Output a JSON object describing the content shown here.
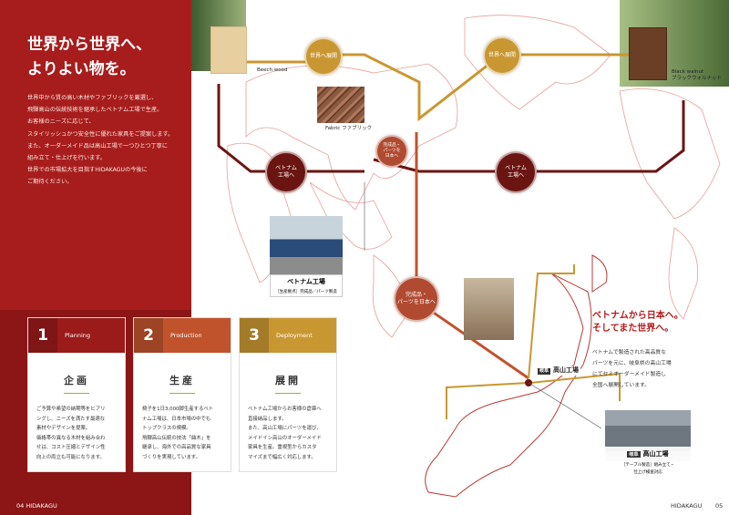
{
  "left": {
    "headline": [
      "世界から世界へ、",
      "よりよい物を。"
    ],
    "body": [
      "世界中から質の高い木材やファブリックを厳選し、",
      "飛騨高山の伝統技術を継承したベトナム工場で生産。",
      "お客様のニーズに応じて、",
      "スタイリッシュかつ安全性に優れた家具をご提案します。",
      "また、オーダーメイド品は高山工場で一つひとつ丁寧に",
      "組み立て・仕上げを行います。",
      "世界での市場拡大を目指すHIDAKAGUの今後に",
      "ご期待ください。"
    ],
    "footer": "04  HIDAKAGU"
  },
  "steps": [
    {
      "num": "1",
      "en": "Planning",
      "title": "企画",
      "color": "#9b1a1a",
      "body": [
        "ご予算や希望の納期等をヒアリ",
        "ングし、ニーズを満たす最適な",
        "素材やデザインを提案。",
        "価格帯の異なる木材を組み合わ",
        "せは、コスト圧縮とデザイン性",
        "向上の両立も可能になります。"
      ]
    },
    {
      "num": "2",
      "en": "Production",
      "title": "生産",
      "color": "#c0532c",
      "body": [
        "椅子を1日3,000脚生産するベト",
        "ナム工場は、日本市場の中でも",
        "トップクラスの規模。",
        "飛騨高山伝統の技法「曲木」を",
        "継承し、海外での高品質な家具",
        "づくりを実現しています。"
      ]
    },
    {
      "num": "3",
      "en": "Deployment",
      "title": "展開",
      "color": "#c99732",
      "body": [
        "ベトナム工場からお客様の倉庫へ",
        "直接納品します。",
        "また、高山工場にパーツを運び、",
        "メイドイン高山のオーダーメイド",
        "家具を生産。重視型からカスタ",
        "マイズまで幅広く対応します。"
      ]
    }
  ],
  "map": {
    "beech_caption": "Beech wood",
    "walnut_caption": "Black walnut",
    "walnut_sub": "ブラックウォルナット",
    "fabric_caption": "Fabric  ファブリック",
    "to_world_1": "世界へ展開",
    "to_world_2": "世界へ展開",
    "to_vietnam_1": "ベトナム\n工場へ",
    "to_vietnam_2": "ベトナム\n工場へ",
    "parts_center": "完成品・\nパーツを\n日本へ",
    "finished_to_japan": "完成品・\nパーツを日本へ",
    "vietnam_factory_title": "ベトナム工場",
    "vietnam_factory_sub": "［生産拠点］完成品／パーツ製造",
    "takayama_tag": "岐阜",
    "takayama_label": "高山工場",
    "takayama_photo_tag": "岐阜",
    "takayama_photo_title": "高山工場",
    "takayama_photo_sub1": "［テーブル製造］組み立て・",
    "takayama_photo_sub2": "仕上げ検査対応"
  },
  "right": {
    "headline": [
      "ベトナムから日本へ。",
      "そしてまた世界へ。"
    ],
    "body": [
      "ベトナムで製造された高品質な",
      "パーツを元に、岐阜県の高山工場",
      "にてセミオーダーメイド製造し",
      "全国へ展開しています。"
    ],
    "footer_brand": "HIDAKAGU",
    "footer_page": "05"
  },
  "colors": {
    "red": "#a71d1d",
    "dark": "#6b1512",
    "gold": "#c99732",
    "orange": "#c0532c"
  }
}
